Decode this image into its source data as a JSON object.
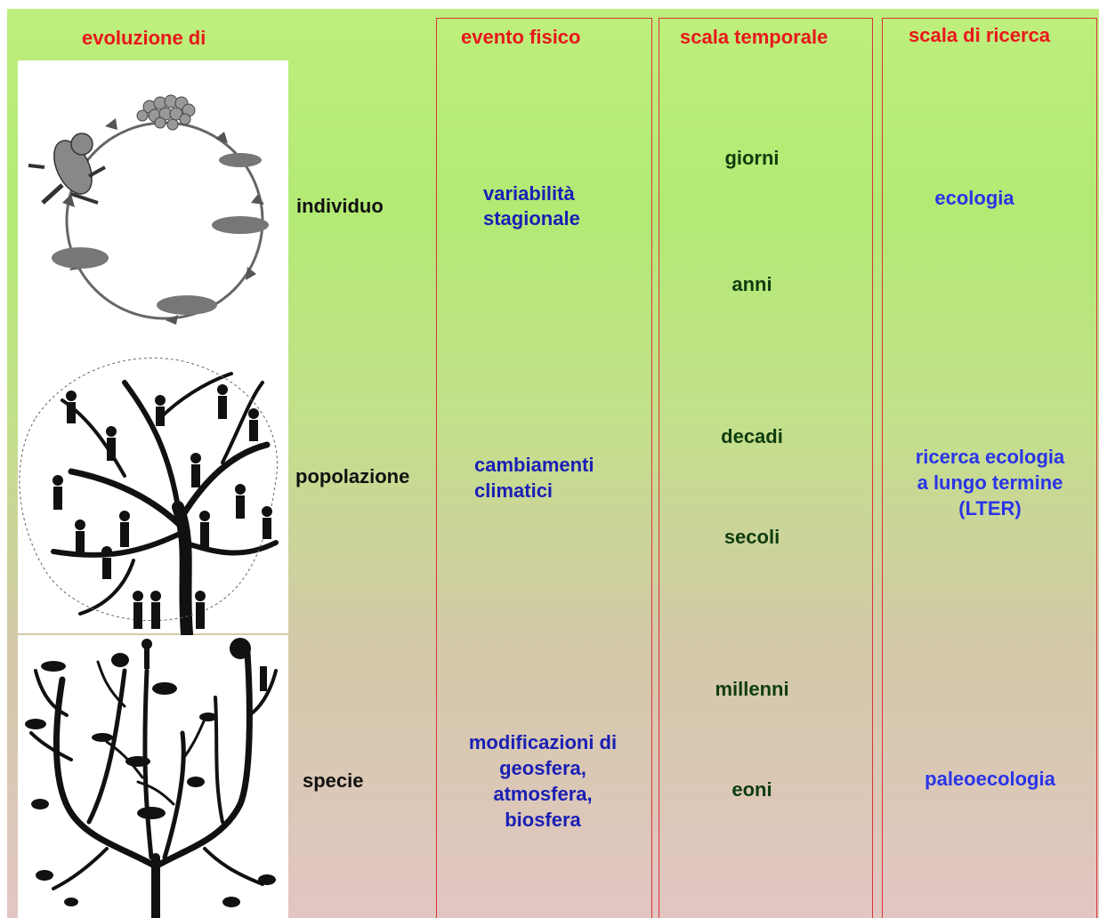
{
  "headers": {
    "evoluzione": "evoluzione di",
    "evento": "evento fisico",
    "scala_temporale": "scala temporale",
    "scala_ricerca": "scala di ricerca"
  },
  "levels": {
    "individuo": "individuo",
    "popolazione": "popolazione",
    "specie": "specie"
  },
  "evento_fisico": {
    "e1_line1": "variabilità",
    "e1_line2": "stagionale",
    "e2_line1": "cambiamenti",
    "e2_line2": "climatici",
    "e3_line1": "modificazioni di",
    "e3_line2": "geosfera,",
    "e3_line3": "atmosfera,",
    "e3_line4": "biosfera"
  },
  "scala_temporale": {
    "t1": "giorni",
    "t2": "anni",
    "t3": "decadi",
    "t4": "secoli",
    "t5": "millenni",
    "t6": "eoni"
  },
  "scala_ricerca": {
    "r1": "ecologia",
    "r2_line1": "ricerca ecologia",
    "r2_line2": "a lungo termine",
    "r2_line3": "(LTER)",
    "r3": "paleoecologia"
  },
  "illustrations": {
    "frog_cycle": "frog-life-cycle-icon",
    "human_tree": "human-population-tree-icon",
    "phylogeny": "phylogenetic-tree-icon"
  },
  "colors": {
    "header": "#e8181b",
    "blue_text": "#1a1fb4",
    "bright_blue_text": "#2a34e8",
    "green_text": "#0e3d0e",
    "column_border": "#d9343a"
  }
}
